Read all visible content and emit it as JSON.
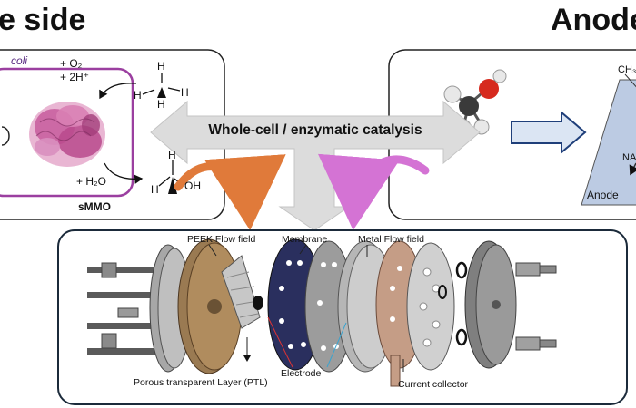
{
  "headings": {
    "left": "e side",
    "right": "Anode"
  },
  "center_label": "Whole-cell / enzymatic catalysis",
  "left_panel": {
    "organism": "coli",
    "inputs": [
      "+ O₂",
      "+ 2H⁺"
    ],
    "output": "+ H₂O",
    "enzyme": "sMMO",
    "substrate_atoms": [
      "H",
      "H",
      "H",
      "H"
    ],
    "product_atoms": [
      "H",
      "H",
      "OH"
    ]
  },
  "right_panel": {
    "label": "Anode",
    "snippets": [
      "CH₃",
      "NA"
    ]
  },
  "device": {
    "labels": {
      "peek": "PEEK Flow field",
      "membrane": "Membrane",
      "metal": "Metal Flow field",
      "ptl": "Porous transparent Layer (PTL)",
      "electrode": "Electrode",
      "collector": "Current collector"
    }
  },
  "colors": {
    "ecoli_box": "#9b3fa0",
    "arrow_gray": "#d9d9d9",
    "curved_orange": "#e07a3a",
    "curved_pink": "#d473d4",
    "anode_fill": "#bccbe3",
    "flow_arrow": "#1f3f7a",
    "panel_border": "#1b2a3a"
  }
}
